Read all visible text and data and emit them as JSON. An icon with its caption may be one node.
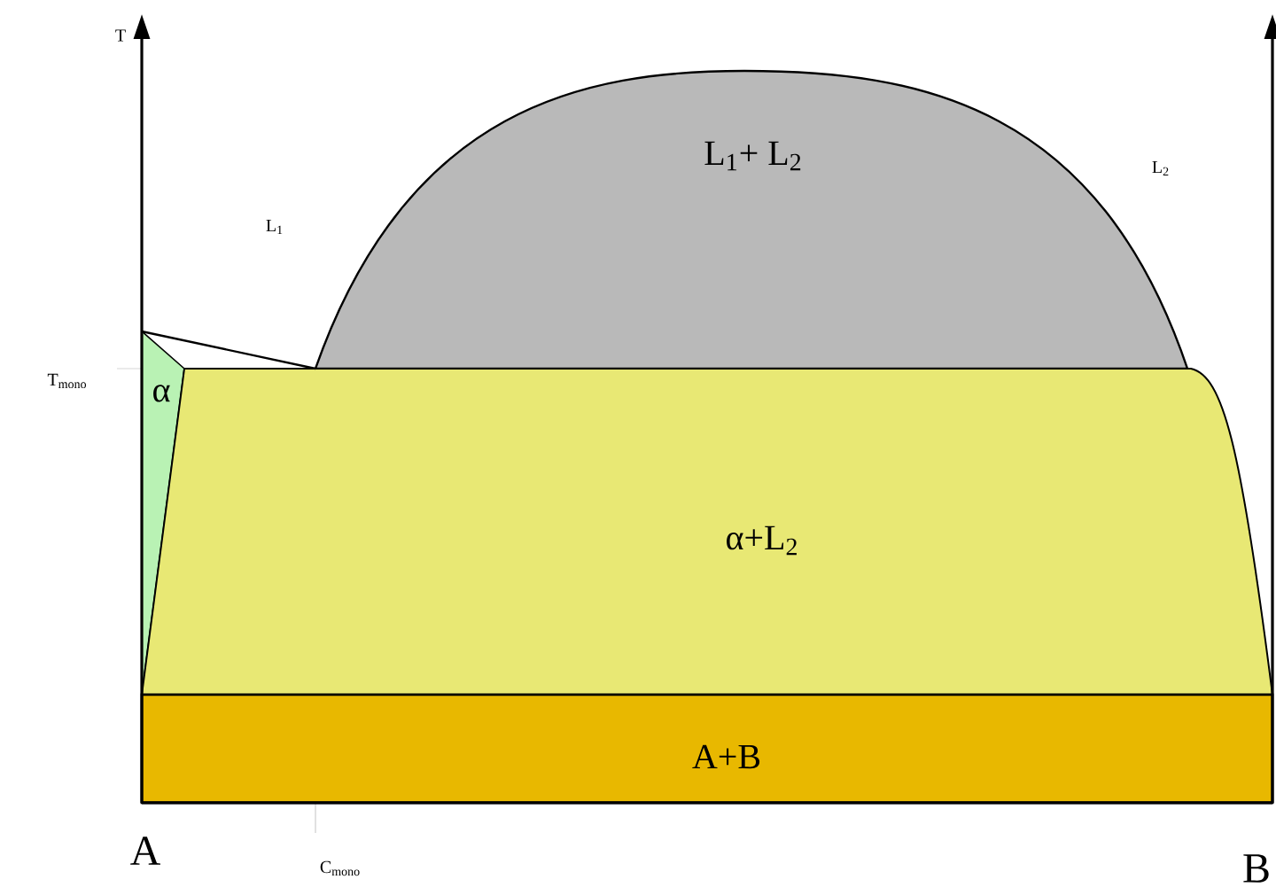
{
  "diagram": {
    "nodes": [
      {
        "text": [
          "L$_{1}$+ L$_{2}$"
        ]
      },
      {
        "text": [
          "α"
        ]
      },
      {
        "text": [
          "α+L$_{2}$"
        ]
      },
      {
        "text": [
          "A+B"
        ]
      }
    ],
    "edges": [],
    "labels": [
      "T",
      "L$_{1}$",
      "L$_{2}$",
      "T$_{mono}$",
      "A",
      "C$_{mono}$",
      "B"
    ]
  }
}
